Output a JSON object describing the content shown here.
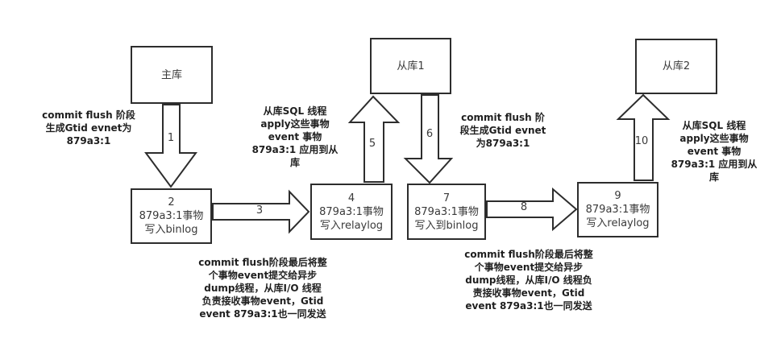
{
  "colors": {
    "stroke": "#2d2d2d",
    "box_fill": "#ffffff",
    "box_text": "#3a3a3a",
    "annotation_text": "#1f1f1f",
    "background": "#ffffff"
  },
  "boxes": {
    "master": "主库",
    "master_binlog": "2\n879a3:1事物\n写入binlog",
    "slave1_relaylog": "4\n879a3:1事物\n写入relaylog",
    "slave1": "从库1",
    "slave1_binlog": "7\n879a3:1事物\n写入到binlog",
    "slave2_relaylog": "9\n879a3:1事物\n写入relaylog",
    "slave2": "从库2"
  },
  "arrow_numbers": {
    "a1": "1",
    "a3": "3",
    "a5": "5",
    "a6": "6",
    "a8": "8",
    "a10": "10"
  },
  "annotations": {
    "master_gtid": "commit flush 阶段\n生成Gtid evnet为\n879a3:1",
    "slave1_apply": "从库SQL 线程\napply这些事物\nevent 事物\n879a3:1 应用到从\n库",
    "slave1_gtid": "commit flush 阶\n段生成Gtid evnet\n为879a3:1",
    "slave2_apply": "从库SQL 线程\napply这些事物\nevent 事物\n879a3:1 应用到从\n库",
    "dump_left": "commit flush阶段最后将整\n个事物event提交给异步\ndump线程，从库I/O 线程\n负责接收事物event，Gtid\nevent 879a3:1也一同发送",
    "dump_right": "commit flush阶段最后将整\n个事物event提交给异步\ndump线程，从库I/O 线程负\n责接收事物event，Gtid\nevent 879a3:1也一同发送"
  }
}
